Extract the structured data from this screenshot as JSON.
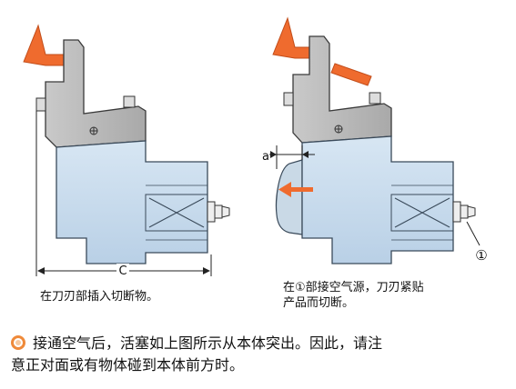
{
  "figure": {
    "left_caption": "在刀刃部插入切断物。",
    "right_caption_line1": "在①部接空气源，刀刃紧贴",
    "right_caption_line2": "产品而切断。",
    "dim_c": "C",
    "dim_a": "a",
    "port_marker": "①"
  },
  "note": {
    "text_line1": "接通空气后，活塞如上图所示从本体突出。因此，请注",
    "text_line2": "意正对面或有物体碰到本体前方时。"
  },
  "colors": {
    "body_blue": "#c7dcee",
    "body_stroke": "#3a4a5a",
    "bracket_gray": "#b8b8b8",
    "blade_orange": "#ef6b2e",
    "background": "#ffffff"
  }
}
